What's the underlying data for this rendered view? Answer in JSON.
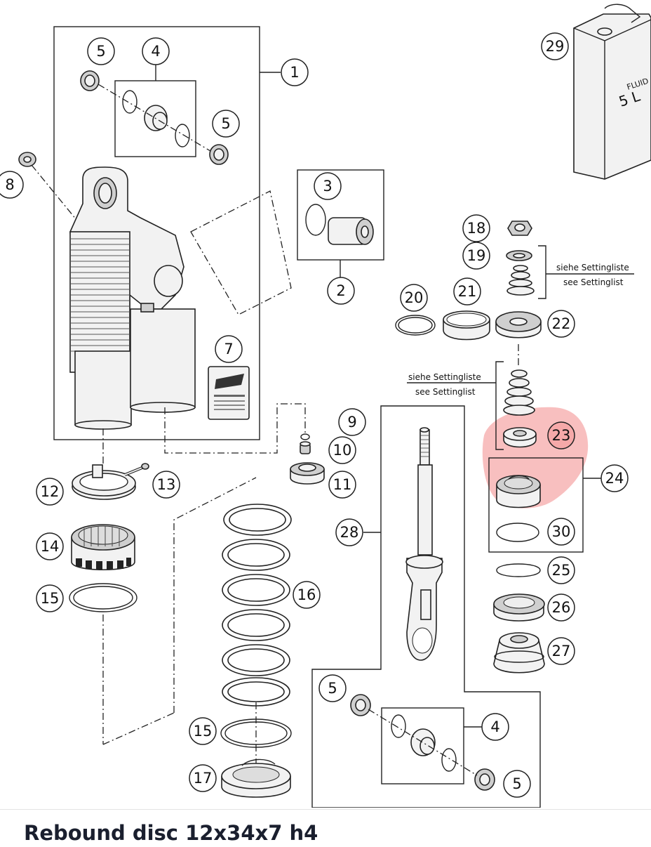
{
  "product_title": "Rebound disc 12x34x7 h4",
  "highlight": {
    "part_number": "23",
    "color": "#f28b8b"
  },
  "callouts": [
    "1",
    "2",
    "3",
    "4",
    "5",
    "7",
    "8",
    "9",
    "10",
    "11",
    "12",
    "13",
    "14",
    "15",
    "16",
    "17",
    "18",
    "19",
    "20",
    "21",
    "22",
    "23",
    "24",
    "25",
    "26",
    "27",
    "28",
    "29",
    "30"
  ],
  "labels": {
    "c1": "1",
    "c2": "2",
    "c3": "3",
    "c4a": "4",
    "c4b": "4",
    "c5a": "5",
    "c5b": "5",
    "c5c": "5",
    "c5d": "5",
    "c7": "7",
    "c8": "8",
    "c9": "9",
    "c10": "10",
    "c11": "11",
    "c12": "12",
    "c13": "13",
    "c14": "14",
    "c15a": "15",
    "c15b": "15",
    "c16": "16",
    "c17": "17",
    "c18": "18",
    "c19": "19",
    "c20": "20",
    "c21": "21",
    "c22": "22",
    "c23": "23",
    "c24": "24",
    "c25": "25",
    "c26": "26",
    "c27": "27",
    "c28": "28",
    "c29": "29",
    "c30": "30"
  },
  "notes": {
    "settingliste_de_upper": "siehe Settingliste",
    "settingliste_en_upper": "see Settinglist",
    "settingliste_de_lower": "siehe Settingliste",
    "settingliste_en_lower": "see Settinglist"
  },
  "can": {
    "fluid_label": "FLUID",
    "volume_label": "5 L"
  }
}
